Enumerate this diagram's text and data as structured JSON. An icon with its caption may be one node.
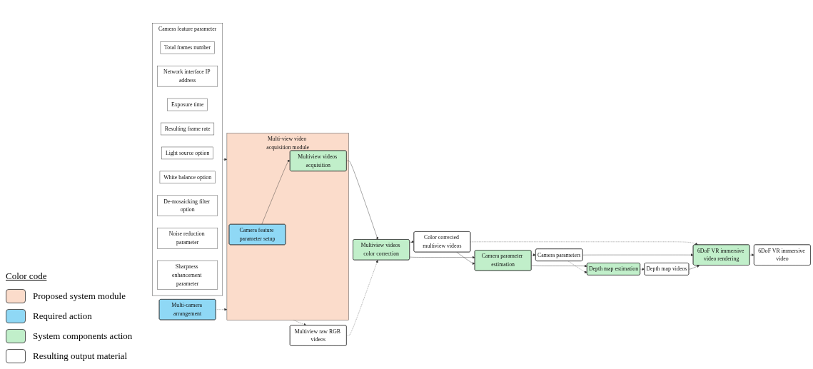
{
  "diagram": {
    "nodes": [
      {
        "text": [
          "Camera feature parameter"
        ]
      },
      {
        "text": [
          "Total frames number"
        ],
        "in": 0
      },
      {
        "text": [
          "Network interface IP address"
        ],
        "in": 0
      },
      {
        "text": [
          "Exposure time"
        ],
        "in": 0
      },
      {
        "text": [
          "Resulting frame rate"
        ],
        "in": 0
      },
      {
        "text": [
          "Light source option"
        ],
        "in": 0
      },
      {
        "text": [
          "White balance option"
        ],
        "in": 0
      },
      {
        "text": [
          "De-mosaicking filter option"
        ],
        "in": 0
      },
      {
        "text": [
          "Noise reduction parameter"
        ],
        "in": 0
      },
      {
        "text": [
          "Sharpness enhancement parameter"
        ],
        "in": 0
      },
      {
        "text": [
          "Multi-camera arrangement"
        ]
      },
      {
        "text": [
          "Multi-view video acquisition module"
        ]
      },
      {
        "text": [
          "Camera feature parameter setup"
        ],
        "in": 11
      },
      {
        "text": [
          "Multiview videos acquisition"
        ],
        "in": 11
      },
      {
        "text": [
          "Multiview raw RGB videos"
        ]
      },
      {
        "text": [
          "Multiview videos color correction"
        ]
      },
      {
        "text": [
          "Color corrected multiview videos"
        ]
      },
      {
        "text": [
          "Camera parameter estimation"
        ]
      },
      {
        "text": [
          "Camera parameters"
        ]
      },
      {
        "text": [
          "Depth map estimation"
        ]
      },
      {
        "text": [
          "Depth map videos"
        ]
      },
      {
        "text": [
          "6DoF VR immersive video rendering"
        ]
      },
      {
        "text": [
          "6DoF VR immersive video"
        ]
      }
    ],
    "edges": [
      {
        "from": 0,
        "to": 11,
        "arrow": "to",
        "style": "dashed"
      },
      {
        "from": 10,
        "to": 11,
        "arrow": "to",
        "style": "dashed"
      },
      {
        "from": 12,
        "to": 13,
        "arrow": "to"
      },
      {
        "from": 11,
        "to": 14,
        "arrow": "to",
        "style": "dashed"
      },
      {
        "from": 13,
        "to": 15,
        "arrow": "to"
      },
      {
        "from": 14,
        "to": 15,
        "arrow": "to",
        "style": "dashed"
      },
      {
        "from": 15,
        "to": 16,
        "arrow": "to"
      },
      {
        "from": 15,
        "to": 17,
        "arrow": "to"
      },
      {
        "from": 16,
        "to": 17,
        "arrow": "to"
      },
      {
        "from": 17,
        "to": 18,
        "arrow": "to"
      },
      {
        "from": 17,
        "to": 19,
        "arrow": "to"
      },
      {
        "from": 18,
        "to": 19,
        "arrow": "to",
        "style": "dashed"
      },
      {
        "from": 19,
        "to": 20,
        "arrow": "to",
        "style": "dashed"
      },
      {
        "from": 16,
        "to": 21,
        "arrow": "to",
        "style": "dashed"
      },
      {
        "from": 18,
        "to": 21,
        "arrow": "to"
      },
      {
        "from": 20,
        "to": 21,
        "arrow": "to"
      },
      {
        "from": 21,
        "to": 22,
        "arrow": "to"
      }
    ],
    "labels": [
      "Color code"
    ],
    "legend": [
      {
        "text": "Proposed system module",
        "color": "#fbdccb"
      },
      {
        "text": "Required action",
        "color": "#8fd8f5"
      },
      {
        "text": "System components action",
        "color": "#c1efca"
      },
      {
        "text": "Resulting output material",
        "color": "#ffffff"
      }
    ]
  }
}
